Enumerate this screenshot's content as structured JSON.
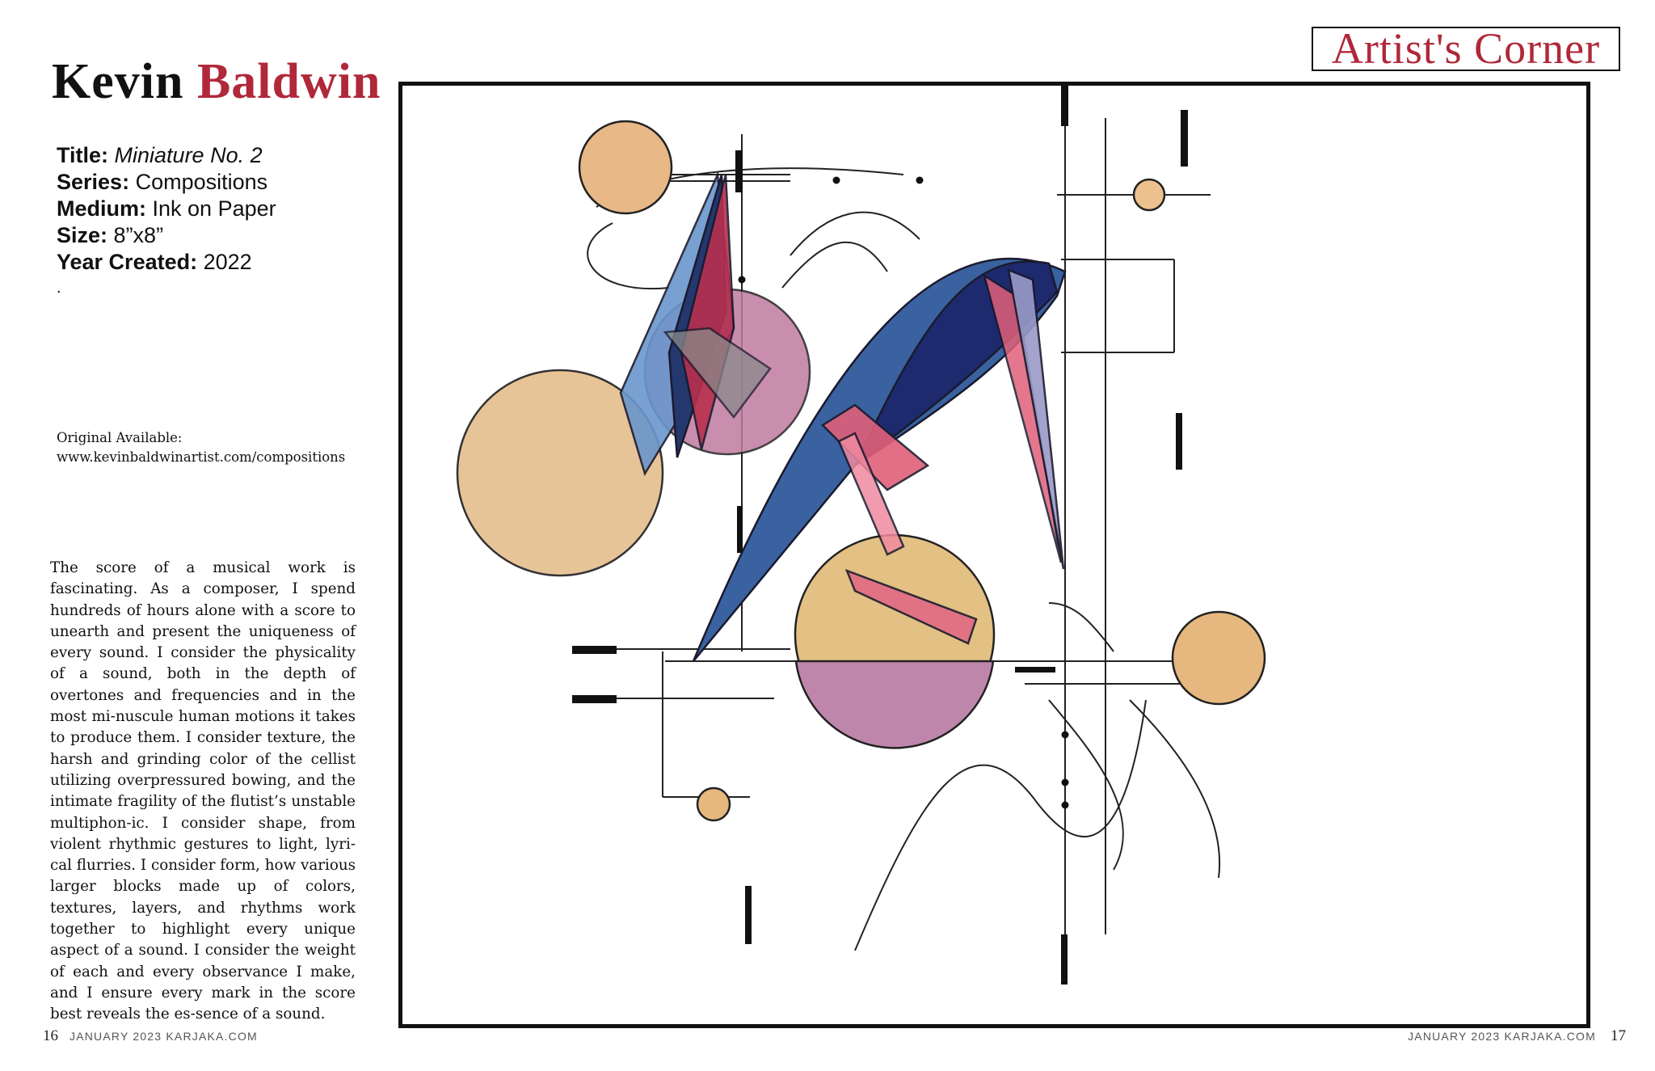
{
  "header": {
    "first_name": "Kevin",
    "last_name": "Baldwin",
    "section_title": "Artist's Corner"
  },
  "artwork": {
    "title_label": "Title:",
    "title": "Miniature No. 2",
    "series_label": "Series:",
    "series": "Compositions",
    "medium_label": "Medium:",
    "medium": "Ink on Paper",
    "size_label": "Size:",
    "size": "8”x8”",
    "year_label": "Year Created:",
    "year": "2022",
    "dot": "."
  },
  "availability": {
    "label": "Original Available:",
    "url": "www.kevinbaldwinartist.com/compositions"
  },
  "statement": "The score of a musical work is fascinating. As a composer, I spend hundreds of hours alone with a score to unearth and present the uniqueness of every sound. I consider the physicality of a sound, both in the depth of overtones and frequencies and in the most mi-nuscule human motions it takes to produce them. I consider texture, the harsh and grinding color of the cellist utilizing overpressured bowing, and the intimate fragility of the flutist’s unstable multiphon-ic. I consider shape, from violent rhythmic gestures to light, lyri-cal flurries. I consider form, how various larger blocks made up of colors, textures, layers, and rhythms work together to highlight every unique aspect of a sound. I consider the weight of each and every observance I make, and I ensure every mark in the score best reveals the es-sence of a sound.",
  "footer": {
    "left_page": "16",
    "left_text": "JANUARY  2023  KARJAKA.COM",
    "right_text": "JANUARY  2023  KARJAKA.COM",
    "right_page": "17"
  },
  "colors": {
    "accent_red": "#b0283a",
    "navy": "#1e2a6e",
    "steel_blue": "#4a72a8",
    "pink": "#e0607a",
    "ochre": "#e3b27a",
    "mauve": "#b86f9a"
  }
}
